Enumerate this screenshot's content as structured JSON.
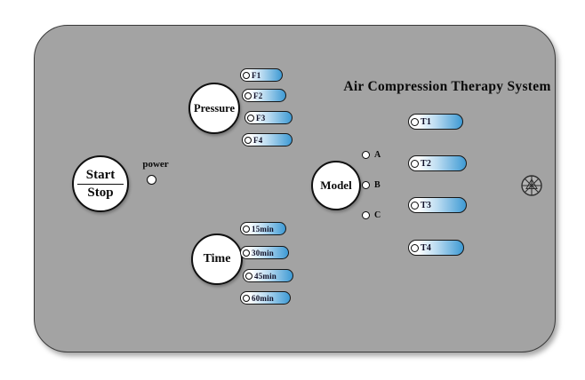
{
  "title": "Air Compression Therapy System",
  "start_stop": {
    "top": "Start",
    "bottom": "Stop"
  },
  "power": {
    "label": "power"
  },
  "pressure": {
    "label": "Pressure",
    "items": [
      "F1",
      "F2",
      "F3",
      "F4"
    ]
  },
  "time": {
    "label": "Time",
    "items": [
      "15min",
      "30min",
      "45min",
      "60min"
    ]
  },
  "model": {
    "label": "Model",
    "options": [
      "A",
      "B",
      "C"
    ]
  },
  "channels": {
    "items": [
      "T1",
      "T2",
      "T3",
      "T4"
    ]
  },
  "colors": {
    "panel": "#a3a3a3",
    "pill_blue": "#3e9ad4",
    "led_white": "#ffffff"
  }
}
